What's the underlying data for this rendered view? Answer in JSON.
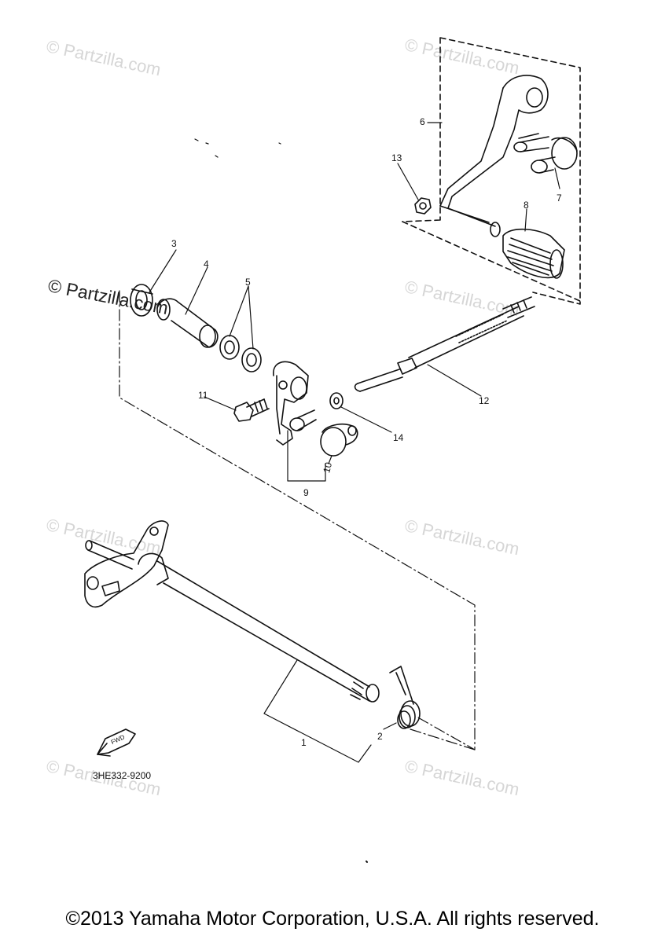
{
  "watermarks": {
    "text": "© Partzilla.com",
    "emphasized_text": "© Partzilla.com"
  },
  "callouts": [
    "1",
    "2",
    "3",
    "4",
    "5",
    "6",
    "7",
    "8",
    "9",
    "10",
    "11",
    "12",
    "13",
    "14"
  ],
  "fwd_label": "FWD",
  "diagram_code": "3HE332-9200",
  "copyright": "©2013 Yamaha Motor Corporation, U.S.A. All rights reserved.",
  "colors": {
    "line": "#111111",
    "watermark": "#d6d6d6",
    "background": "#ffffff"
  }
}
